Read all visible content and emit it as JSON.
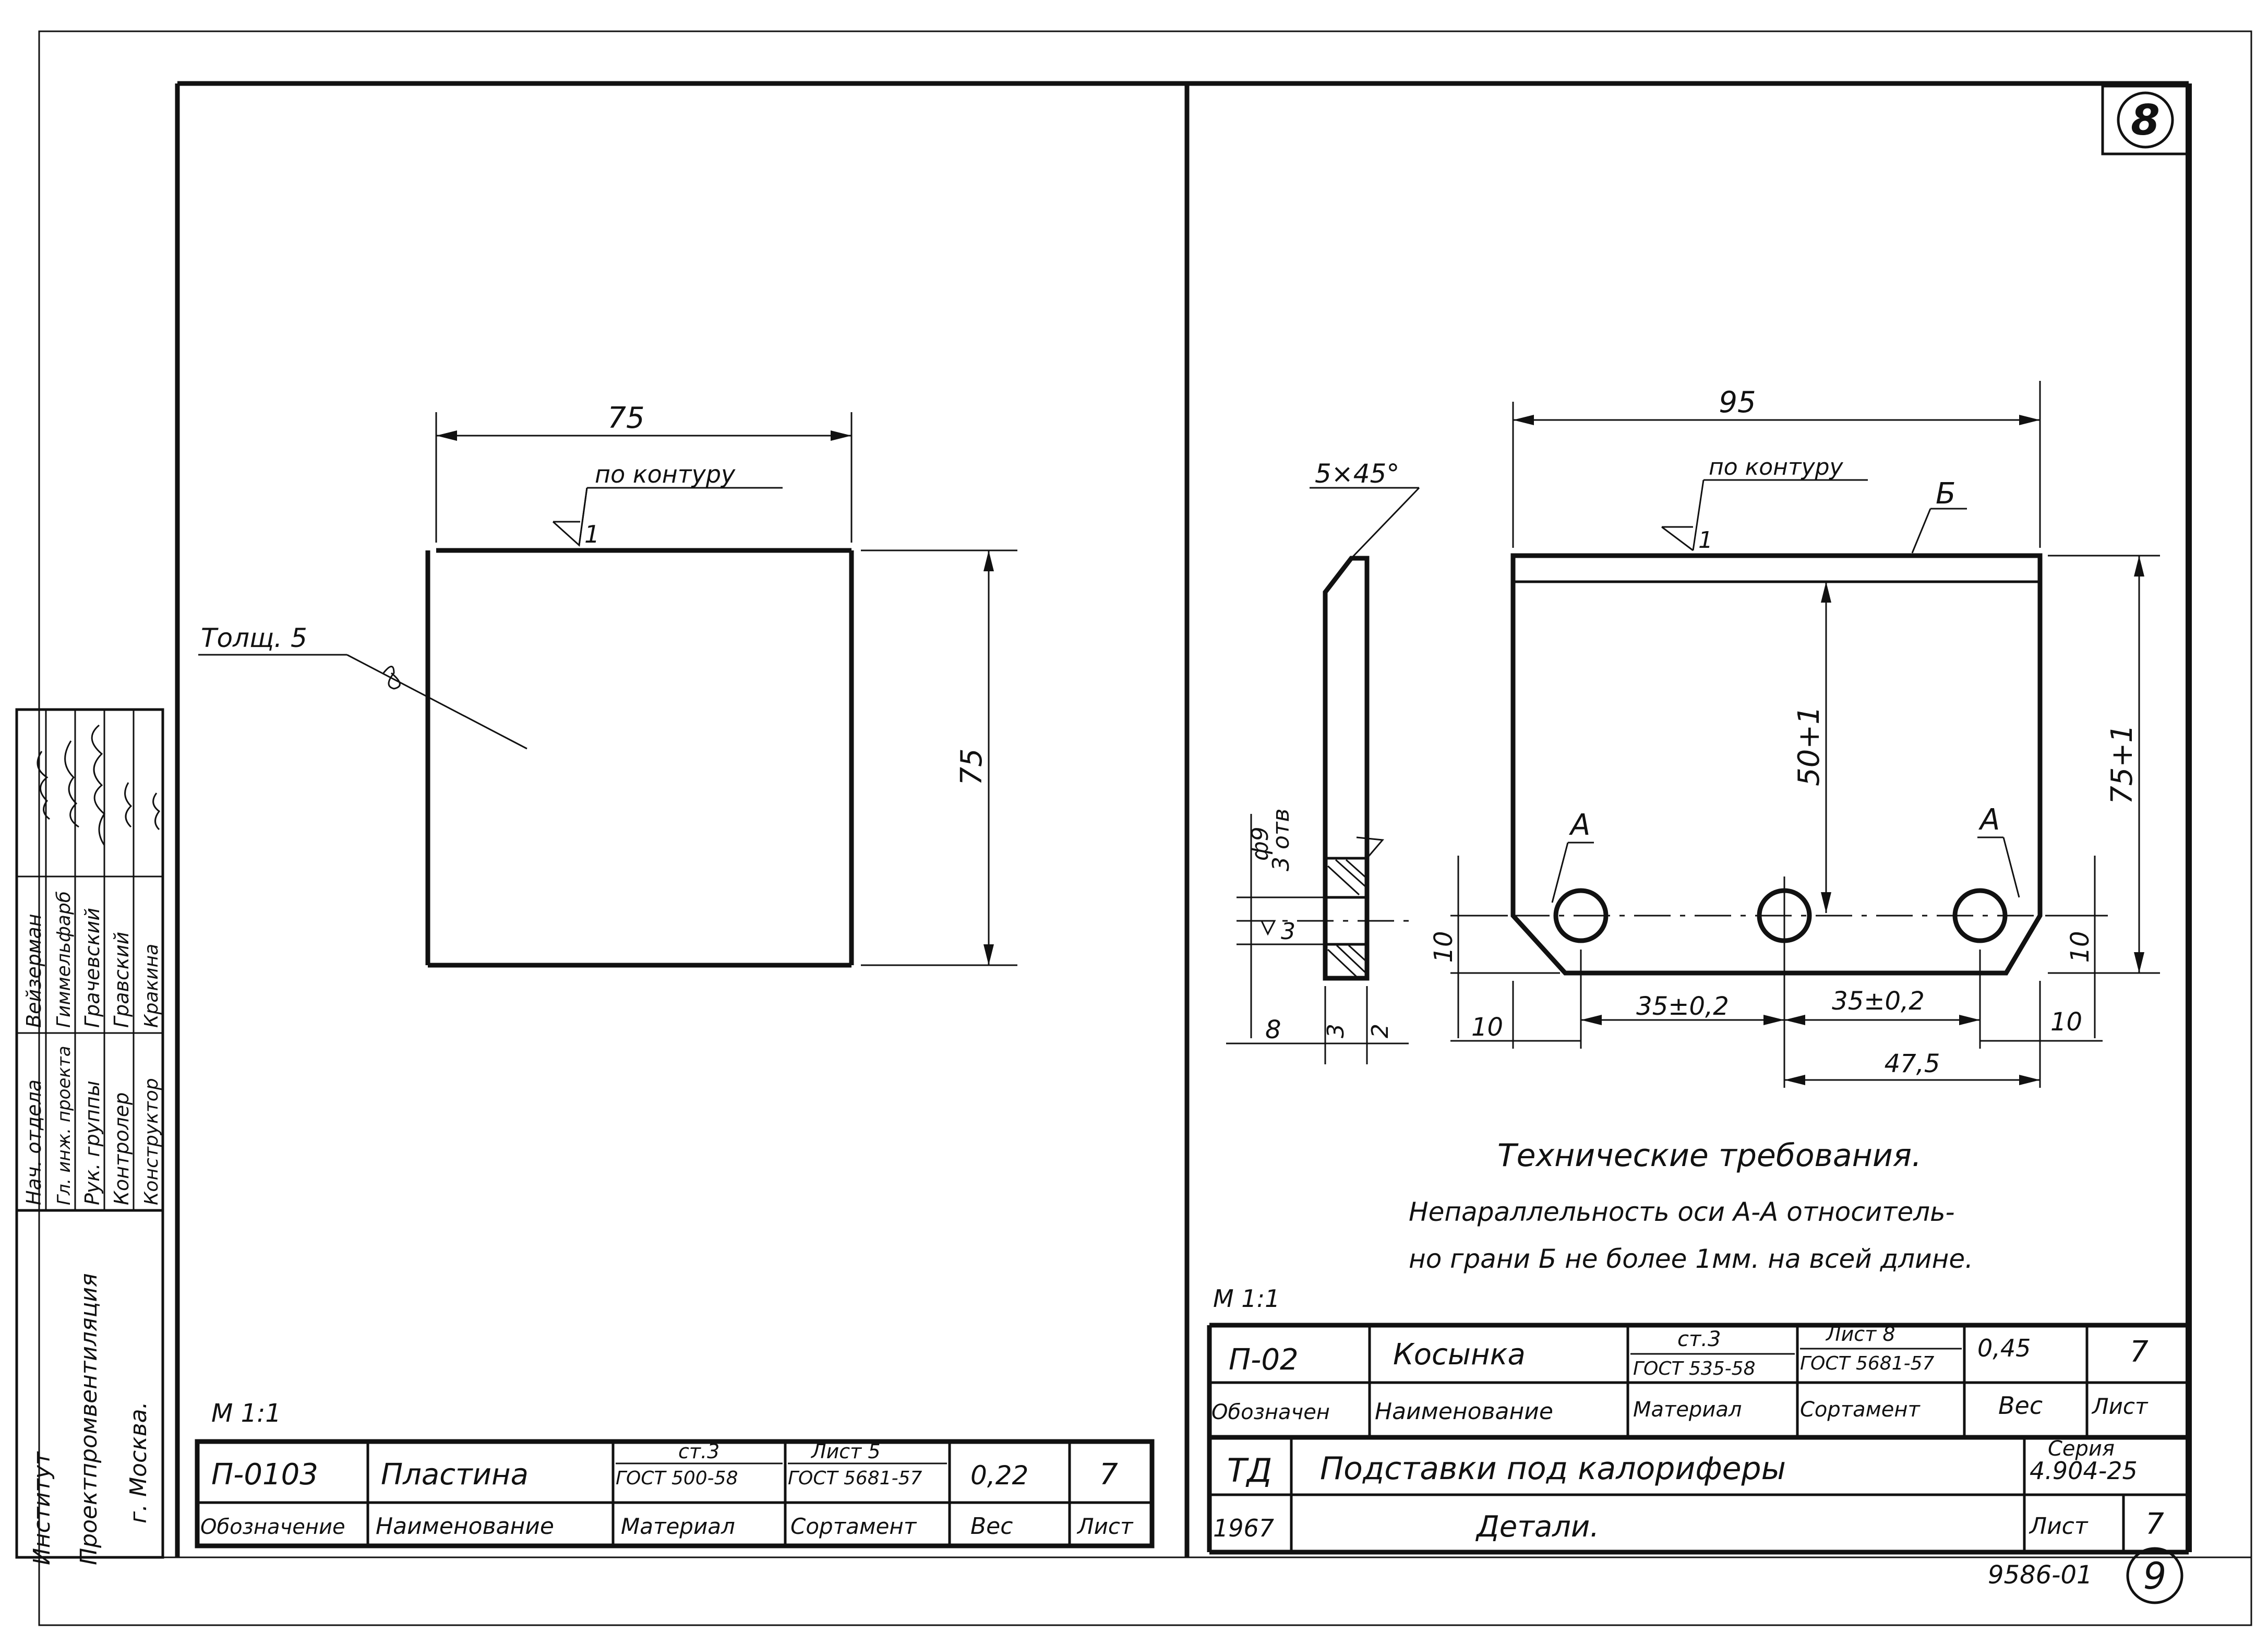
{
  "sheet": {
    "sheet_badge": "8",
    "page_circle": "9",
    "archive_number": "9586-01"
  },
  "stamp_left": {
    "institute": [
      "Институт",
      "Проектпромвентиляция",
      "г. Москва."
    ],
    "roles": [
      {
        "role": "Нач. отдела",
        "name": "Вейзерман"
      },
      {
        "role": "Гл. инж. проекта",
        "name": "Гиммельфарб"
      },
      {
        "role": "Рук. группы",
        "name": "Грачевский"
      },
      {
        "role": "Контролер",
        "name": "Гравский"
      },
      {
        "role": "Конструктор",
        "name": "Кракина"
      }
    ]
  },
  "part_left": {
    "scale": "М 1:1",
    "dim_width": "75",
    "dim_height": "75",
    "surface_note": "по контуру",
    "surface_value": "1",
    "thickness_note": "Толщ. 5",
    "row": {
      "designation": "П-0103",
      "name": "Пластина",
      "material_top": "ст.3",
      "material_bottom": "ГОСТ 500-58",
      "stock_top": "Лист 5",
      "stock_bottom": "ГОСТ 5681-57",
      "weight": "0,22",
      "sheet": "7"
    },
    "header": {
      "designation": "Обозначение",
      "name": "Наименование",
      "material": "Материал",
      "stock": "Сортамент",
      "weight": "Вес",
      "sheet": "Лист"
    }
  },
  "part_right": {
    "scale": "М 1:1",
    "chamfer": "5×45°",
    "side_hole_label_1": "ф9",
    "side_hole_label_2": "3 отв",
    "side_surface": "3",
    "side_dim_8": "8",
    "side_dim_3": "3",
    "side_dim_2": "2",
    "dim_top": "95",
    "surface_note": "по контуру",
    "surface_value": "1",
    "face_label": "Б",
    "section_label_left": "А",
    "section_label_right": "А",
    "dim_50": "50+1",
    "dim_75": "75+1",
    "dim_10_left_v": "10",
    "dim_10_right_v": "10",
    "dim_10_left_h": "10",
    "dim_10_right_h": "10",
    "dim_35_a": "35±0,2",
    "dim_35_b": "35±0,2",
    "dim_475": "47,5",
    "tech_title": "Технические требования.",
    "tech_line_1": "Непараллельность оси А-А относитель-",
    "tech_line_2": "но грани Б не более 1мм. на всей длине.",
    "row": {
      "designation": "П-02",
      "name": "Косынка",
      "material_top": "ст.3",
      "material_bottom": "ГОСТ 535-58",
      "stock_top": "Лист 8",
      "stock_bottom": "ГОСТ 5681-57",
      "weight": "0,45",
      "sheet": "7"
    },
    "header": {
      "designation": "Обозначен",
      "name": "Наименование",
      "material": "Материал",
      "stock": "Сортамент",
      "weight": "Вес",
      "sheet": "Лист"
    }
  },
  "title_block": {
    "code": "ТД",
    "title": "Подставки под калориферы",
    "series_label": "Серия",
    "series_value": "4.904-25",
    "year": "1967",
    "subtitle": "Детали.",
    "sheet_label": "Лист",
    "sheet_value": "7"
  }
}
